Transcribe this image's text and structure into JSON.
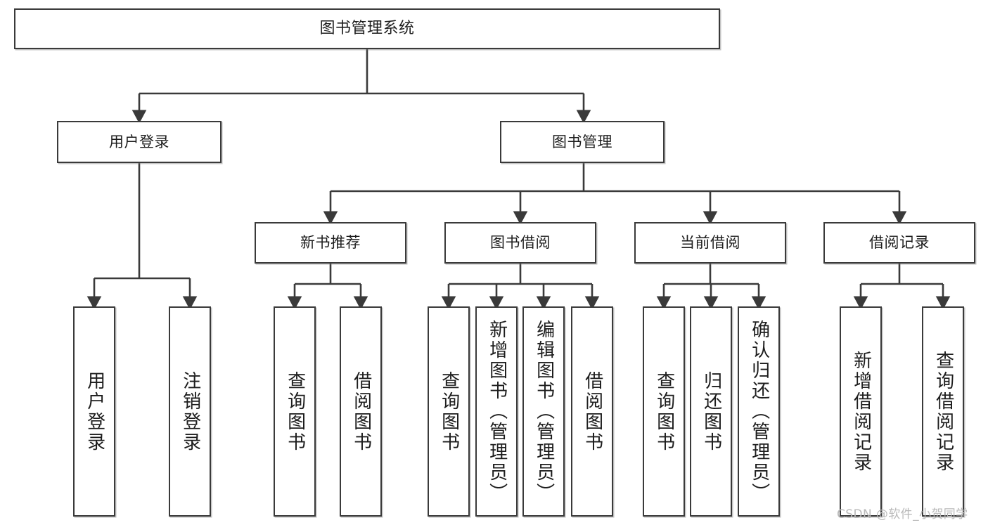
{
  "diagram": {
    "title": "图书管理系统",
    "type": "hierarchy-tree",
    "watermark": "CSDN @软件_小贺同学",
    "colors": {
      "stroke": "#3a3a3a",
      "fill": "#ffffff",
      "text": "#1d1d1d",
      "watermark": "#b9b9b9"
    },
    "levels": {
      "root": {
        "label": "图书管理系统"
      },
      "level2": [
        {
          "label": "用户登录"
        },
        {
          "label": "图书管理"
        }
      ],
      "level3": [
        {
          "label": "新书推荐"
        },
        {
          "label": "图书借阅"
        },
        {
          "label": "当前借阅"
        },
        {
          "label": "借阅记录"
        }
      ],
      "leaves": {
        "user_login": [
          {
            "label": "用户登录"
          },
          {
            "label": "注销登录"
          }
        ],
        "new_book_recommend": [
          {
            "label": "查询图书"
          },
          {
            "label": "借阅图书"
          }
        ],
        "book_borrow": [
          {
            "label": "查询图书"
          },
          {
            "label": "新增图书（管理员）"
          },
          {
            "label": "编辑图书（管理员）"
          },
          {
            "label": "借阅图书"
          }
        ],
        "current_borrow": [
          {
            "label": "查询图书"
          },
          {
            "label": "归还图书"
          },
          {
            "label": "确认归还（管理员）"
          }
        ],
        "borrow_record": [
          {
            "label": "新增借阅记录"
          },
          {
            "label": "查询借阅记录"
          }
        ]
      }
    }
  }
}
